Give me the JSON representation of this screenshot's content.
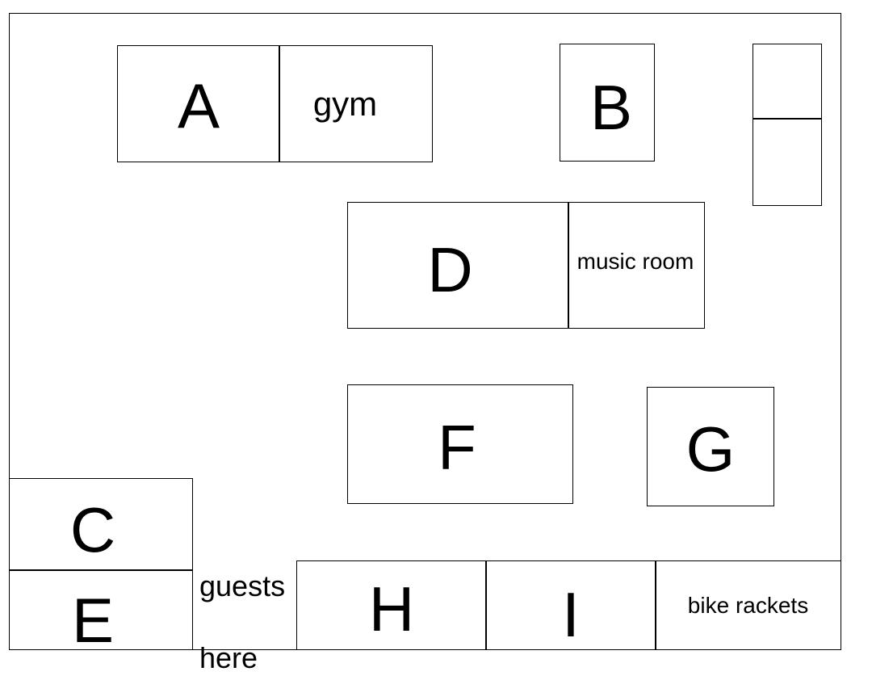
{
  "map": {
    "rooms": {
      "a": "A",
      "gym": "gym",
      "b": "B",
      "d": "D",
      "music_room": "music room",
      "f": "F",
      "g": "G",
      "c": "C",
      "e": "E",
      "h": "H",
      "i": "I",
      "bike_rackets": "bike rackets"
    },
    "notes": {
      "guests": "guests",
      "here": "here"
    }
  }
}
